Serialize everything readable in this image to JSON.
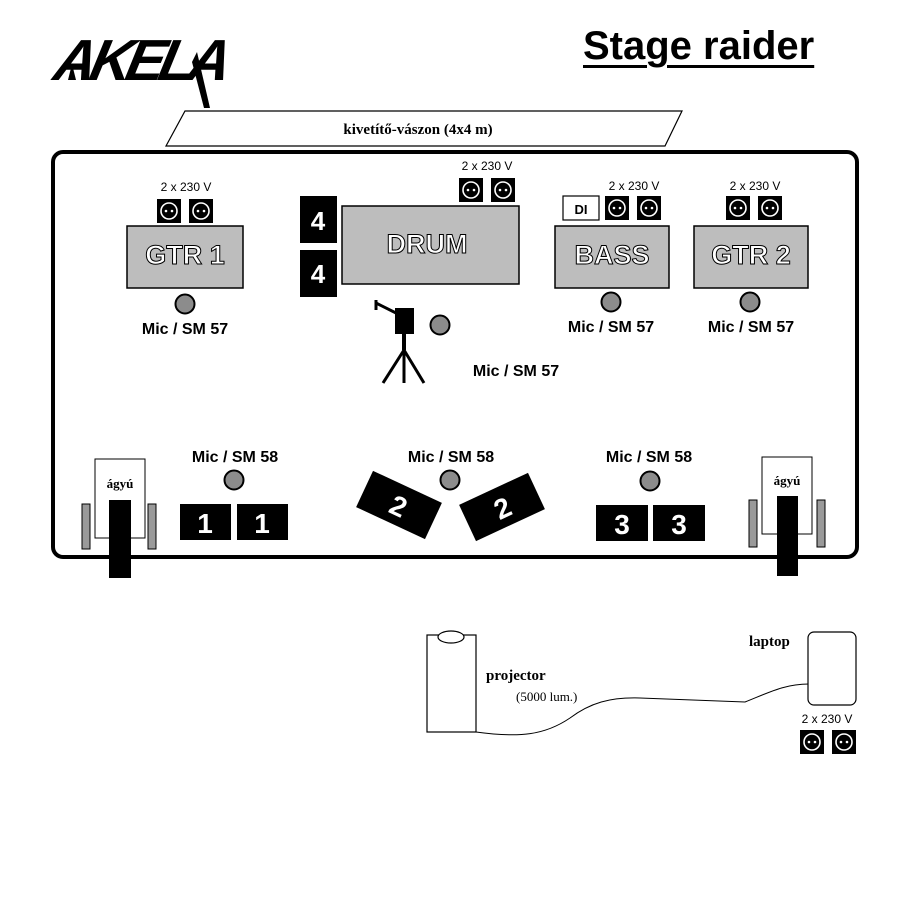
{
  "header": {
    "logo_text": "AKELA",
    "title": "Stage raider"
  },
  "screen": {
    "label": "kivetítő-vászon  (4x4 m)"
  },
  "power": {
    "label": "2 x 230 V"
  },
  "amps": {
    "gtr1": "GTR 1",
    "drum": "DRUM",
    "bass": "BASS",
    "gtr2": "GTR 2",
    "di": "DI"
  },
  "mics": {
    "sm57": "Mic / SM 57",
    "sm58": "Mic / SM 58"
  },
  "monitors": {
    "drum_monitor": "4",
    "mon1": "1",
    "mon2": "2",
    "mon3": "3"
  },
  "lights": {
    "cannon": "ágyú"
  },
  "equipment": {
    "projector": "projector",
    "projector_spec": "(5000 lum.)",
    "laptop": "laptop"
  }
}
